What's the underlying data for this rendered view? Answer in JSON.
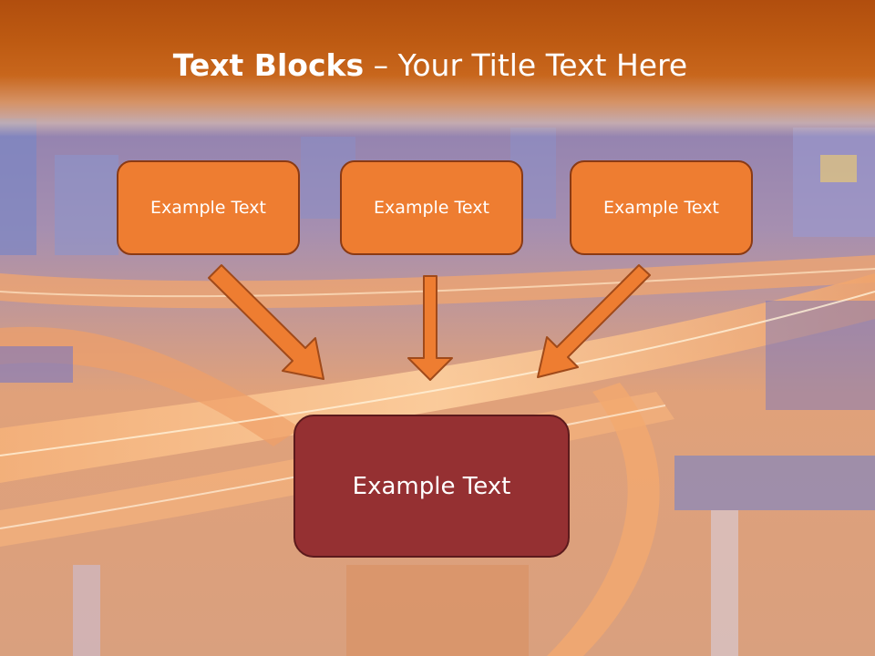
{
  "slide": {
    "title_bold": "Text Blocks",
    "title_dash": " – ",
    "title_rest": "Your Title Text Here"
  },
  "blocks": [
    {
      "label": "Example Text"
    },
    {
      "label": "Example Text"
    },
    {
      "label": "Example Text"
    }
  ],
  "target_block": {
    "label": "Example Text"
  },
  "colors": {
    "title_band": "#b14e0e",
    "small_block_fill": "#ee7d31",
    "small_block_border": "#8a3a14",
    "target_block_fill": "#953032",
    "arrow_fill": "#ee7d31",
    "arrow_stroke": "#a04a1a"
  }
}
